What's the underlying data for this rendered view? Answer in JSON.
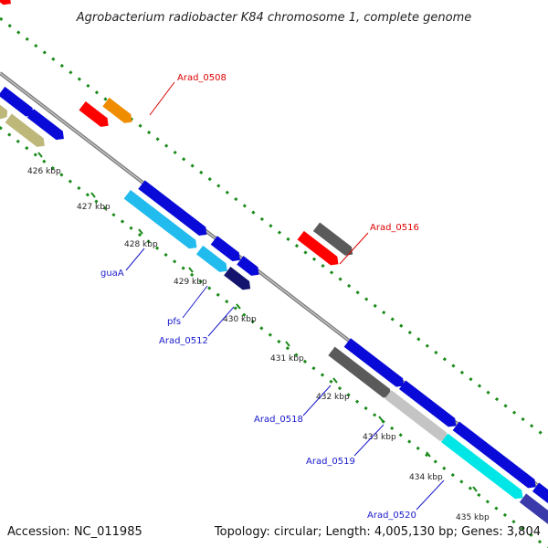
{
  "title": "Agrobacterium radiobacter K84 chromosome 1, complete genome",
  "footer": {
    "accession": "Accession: NC_011985",
    "summary": "Topology: circular; Length: 4,005,130 bp; Genes: 3,804"
  },
  "tick_labels": [
    "426 kbp",
    "427 kbp",
    "428 kbp",
    "429 kbp",
    "430 kbp",
    "431 kbp",
    "432 kbp",
    "433 kbp",
    "434 kbp",
    "435 kbp"
  ],
  "gene_labels": {
    "arad_0508": "Arad_0508",
    "arad_0516": "Arad_0516",
    "guaA": "guaA",
    "pfs": "pfs",
    "arad_0512": "Arad_0512",
    "arad_0518": "Arad_0518",
    "arad_0519": "Arad_0519",
    "arad_0520": "Arad_0520"
  },
  "colors": {
    "forward_cds": "#0a0ad8",
    "reverse_cds": "#ff0000",
    "orange_feature": "#f08c00",
    "cyan_feature": "#00c8e6",
    "light_cyan_feature": "#22bbee",
    "navy_feature": "#14146e",
    "dark_grey_feature": "#5a5a5a",
    "light_grey_feature": "#c4c4c4",
    "khaki_feature": "#bdb87a",
    "backbone": "#808080",
    "gc_ticks": "#1a8a1a",
    "label_red": "#dd0000",
    "label_blue": "#1a1acc"
  }
}
